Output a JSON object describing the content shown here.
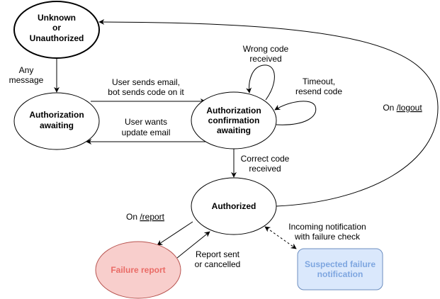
{
  "diagram": {
    "type": "state-machine",
    "colors": {
      "stroke": "#000000",
      "failure_fill": "#f8cecc",
      "failure_stroke": "#b85450",
      "failure_text": "#ea6b66",
      "notification_fill": "#dae8fc",
      "notification_stroke": "#6c8ebf",
      "notification_text": "#7ea6e0"
    },
    "nodes": {
      "unknown": {
        "lines": [
          "Unknown",
          "or",
          "Unauthorized"
        ]
      },
      "auth_awaiting": {
        "lines": [
          "Authorization",
          "awaiting"
        ]
      },
      "auth_confirm": {
        "lines": [
          "Authorization",
          "confirmation",
          "awaiting"
        ]
      },
      "authorized": {
        "lines": [
          "Authorized"
        ]
      },
      "failure_report": {
        "lines": [
          "Failure report"
        ]
      },
      "suspected": {
        "lines": [
          "Suspected failure",
          "notification"
        ]
      }
    },
    "edges": {
      "any_message": {
        "lines": [
          "Any",
          "message"
        ]
      },
      "send_email": {
        "lines": [
          "User sends email,",
          "bot sends code on it"
        ]
      },
      "update_email": {
        "lines": [
          "User wants",
          "update email"
        ]
      },
      "wrong_code": {
        "lines": [
          "Wrong code",
          "received"
        ]
      },
      "timeout": {
        "lines": [
          "Timeout,",
          "resend code"
        ]
      },
      "correct_code": {
        "lines": [
          "Correct code",
          "received"
        ]
      },
      "logout": {
        "prefix": "On ",
        "command": "/logout"
      },
      "report": {
        "prefix": "On ",
        "command": "/report"
      },
      "report_sent": {
        "lines": [
          "Report sent",
          "or cancelled"
        ]
      },
      "incoming": {
        "lines": [
          "Incoming notification",
          "with failure check"
        ]
      }
    }
  }
}
